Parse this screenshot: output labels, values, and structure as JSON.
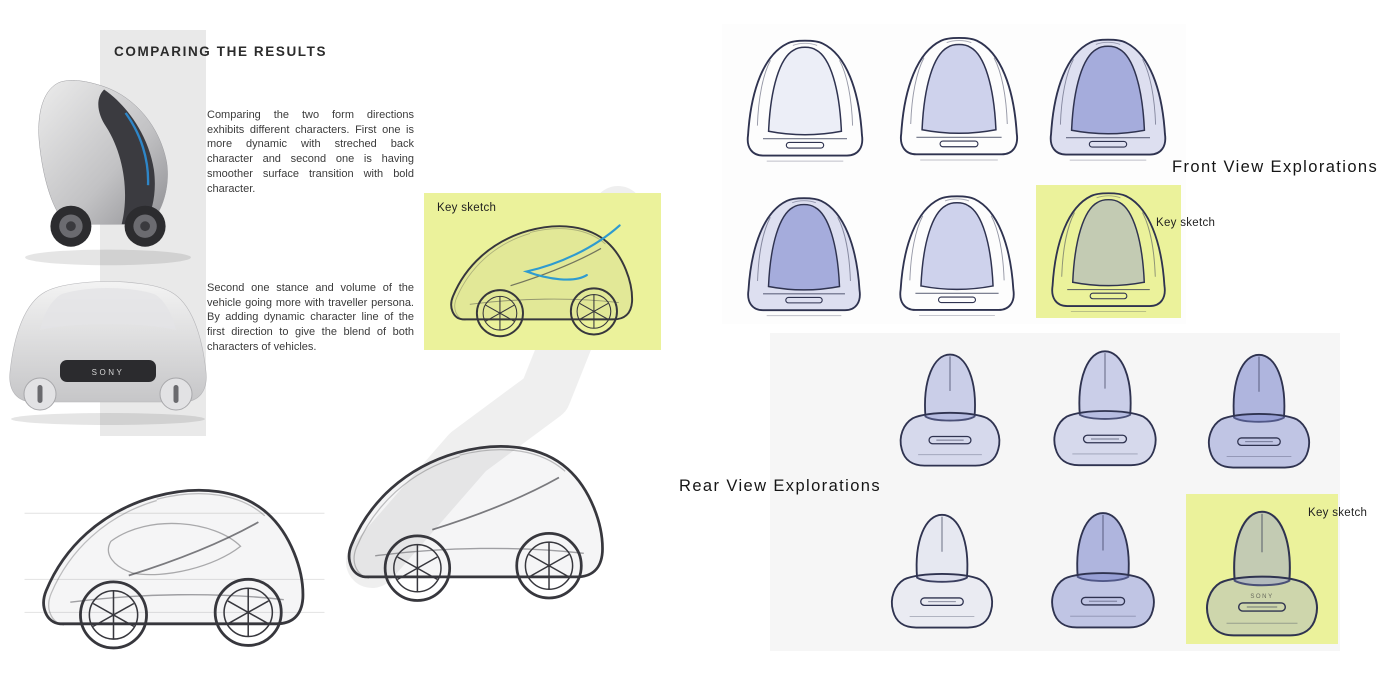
{
  "header": {
    "title": "COMPARING THE RESULTS"
  },
  "left": {
    "paragraph1": "Comparing the two form directions exhibits different characters. First one is more dynamic with streched back character and second one is having smoother surface transition with bold character.",
    "paragraph2": "Second one stance and volume of the vehicle going more with traveller persona. By adding dynamic character line of the first direction to give the blend of both characters of vehicles.",
    "brand": "SONY"
  },
  "labels": {
    "key_sketch": "Key sketch",
    "front_explorations": "Front View Explorations",
    "rear_explorations": "Rear View Explorations"
  },
  "colors": {
    "highlight_yellow": "#ebf29b",
    "accent_blue": "#2e9bd0",
    "sketch_ink_blue": "#2f3350",
    "pencil_gray": "#37373d",
    "panel_gray": "#e9e9e9"
  }
}
